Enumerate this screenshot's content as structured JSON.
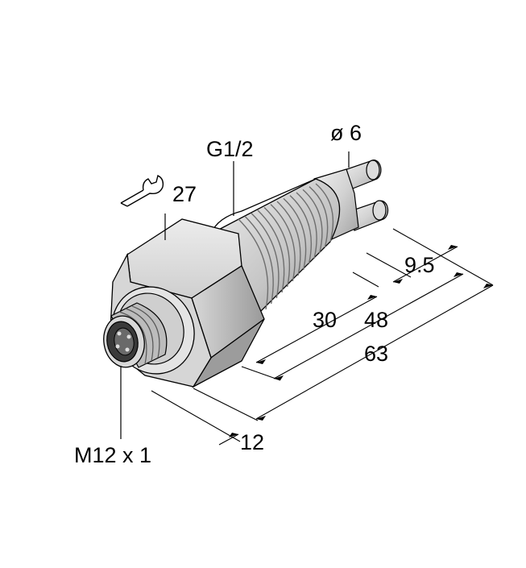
{
  "labels": {
    "thread": "G1/2",
    "diameter": "ø 6",
    "wrench_size": "27",
    "dim_9_5": "9.5",
    "dim_30": "30",
    "dim_48": "48",
    "dim_63": "63",
    "dim_12": "12",
    "connector": "M12 x 1"
  },
  "colors": {
    "body_light": "#e6e6e6",
    "body_mid": "#c8c8c8",
    "body_dark": "#8f8f8f",
    "line": "#000000",
    "background": "#ffffff"
  },
  "icons": [
    "wrench-icon"
  ]
}
